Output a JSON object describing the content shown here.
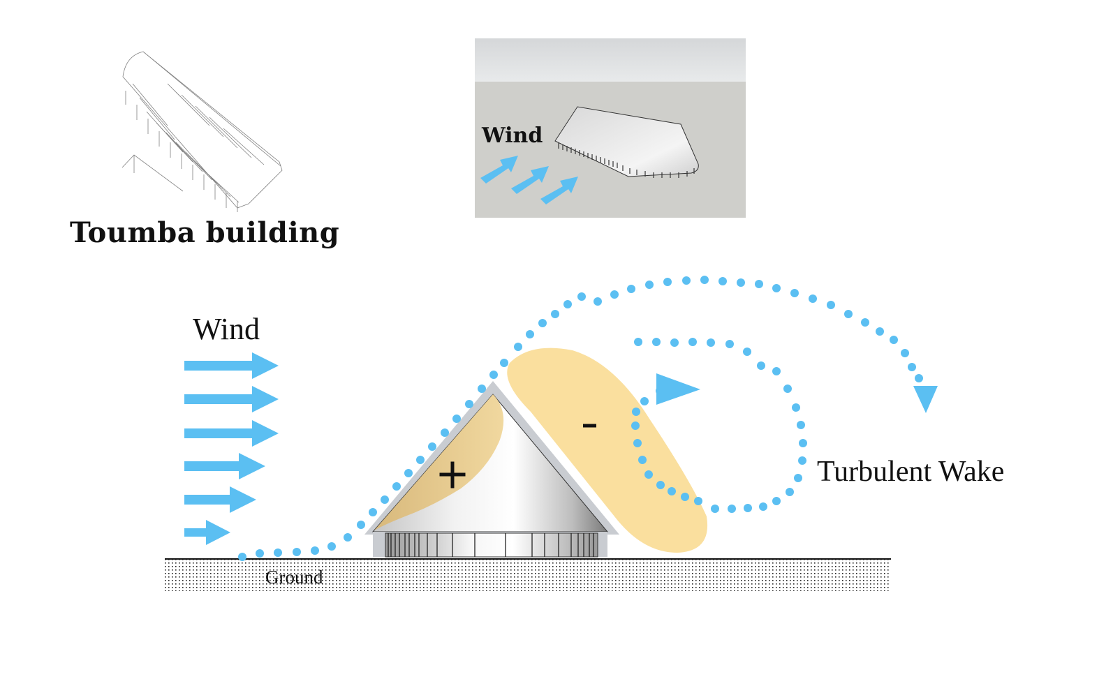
{
  "title": "Toumba building",
  "model_panel": {
    "wind_label": "Wind",
    "description": "3D model of building roof with wind arrows"
  },
  "section_diagram": {
    "wind_label": "Wind",
    "wake_label": "Turbulent Wake",
    "ground_label": "Ground",
    "positive_pressure_symbol": "+",
    "negative_pressure_symbol": "-",
    "wind_arrow_count": 6
  },
  "colors": {
    "flow": "#5bbff2",
    "pressure_zone": "#fadf9e",
    "roof_edge": "#c9ccd1",
    "ground_line": "#111111",
    "model_bg": "#cfcfcb"
  }
}
